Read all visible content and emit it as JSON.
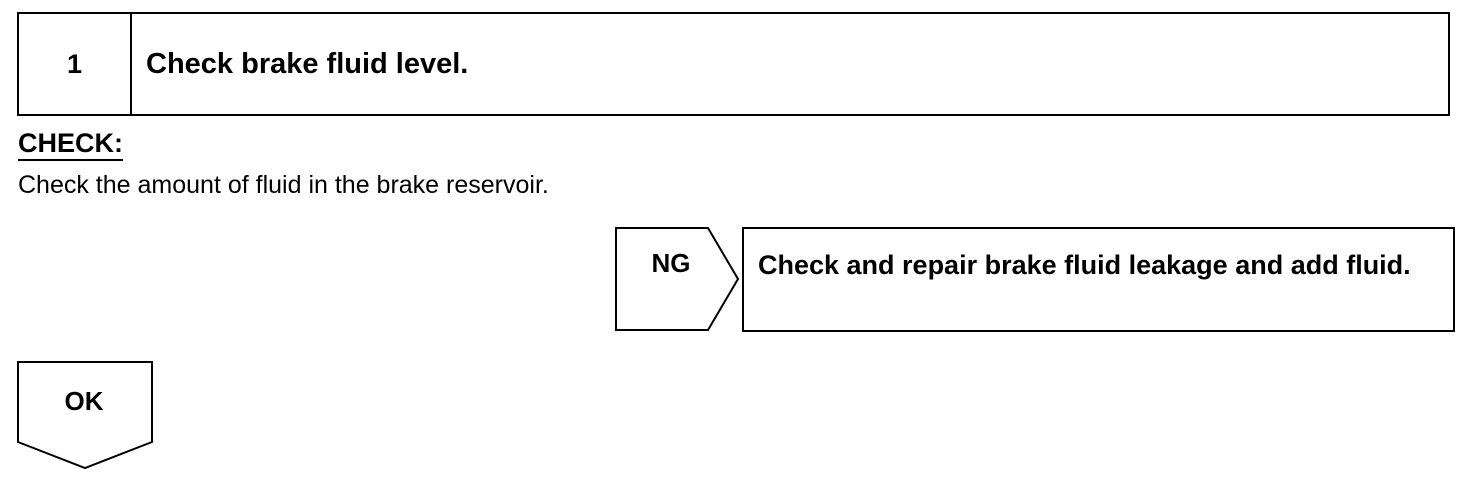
{
  "step": {
    "number": "1",
    "title": "Check brake fluid level."
  },
  "check": {
    "label": "CHECK:",
    "text": "Check the amount of fluid in the brake reservoir."
  },
  "ng": {
    "label": "NG",
    "result": "Check and repair brake fluid leakage and add fluid."
  },
  "ok": {
    "label": "OK"
  }
}
